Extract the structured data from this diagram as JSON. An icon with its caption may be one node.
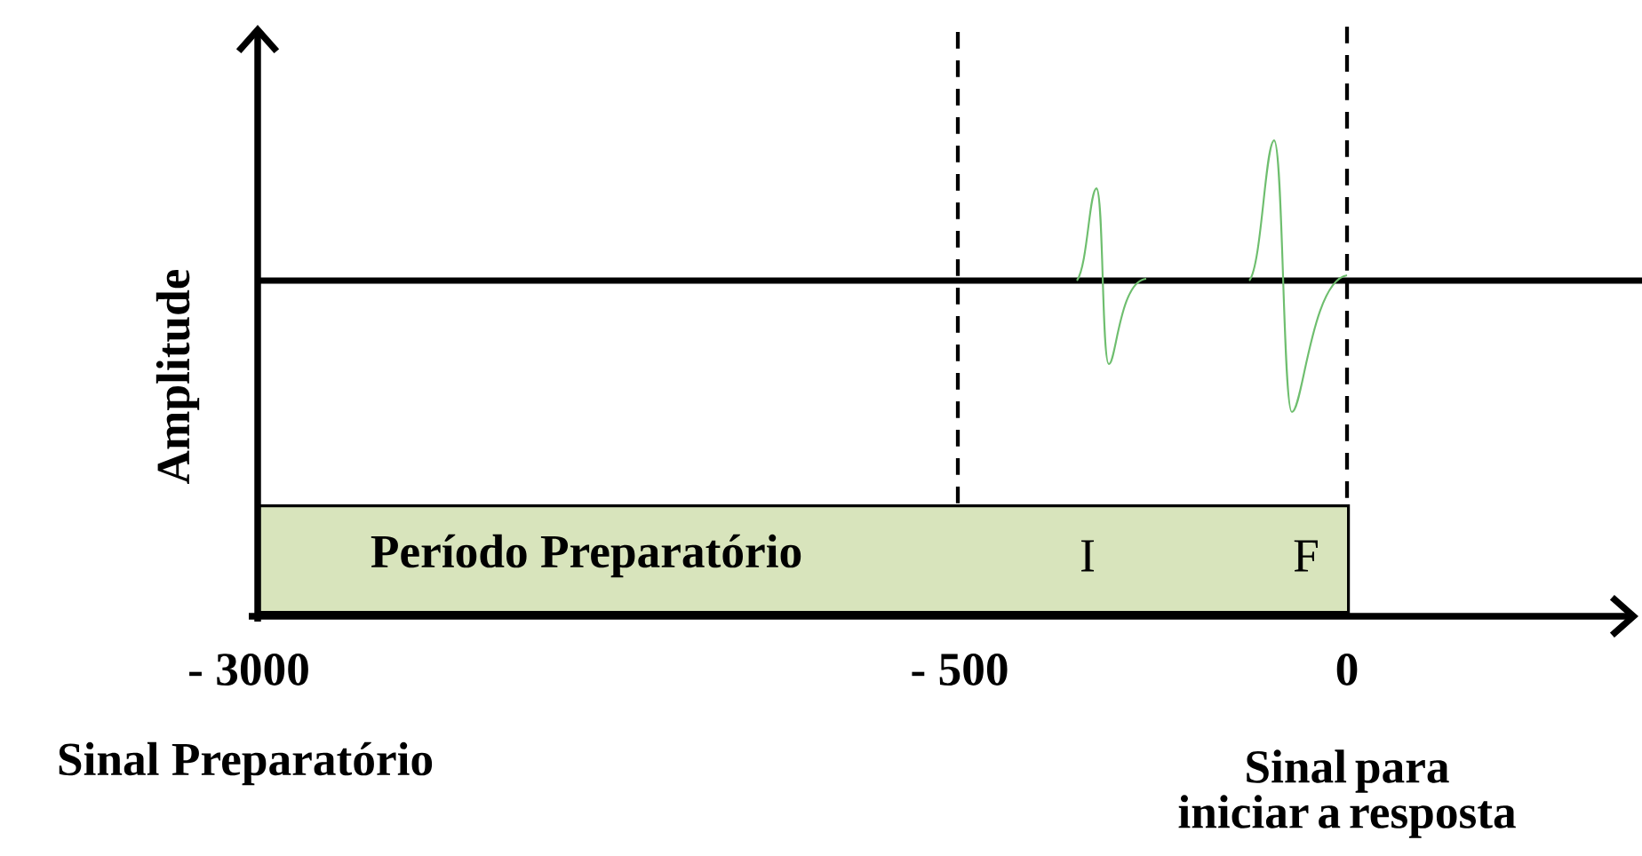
{
  "diagram": {
    "nodes": [
      {
        "text": [
          "Período Preparatório",
          "I",
          "F"
        ]
      }
    ],
    "labels": [
      "Amplitude",
      "- 3000",
      "- 500",
      "0",
      "Sinal Preparatório",
      "Sinal para iniciar a resposta"
    ]
  }
}
